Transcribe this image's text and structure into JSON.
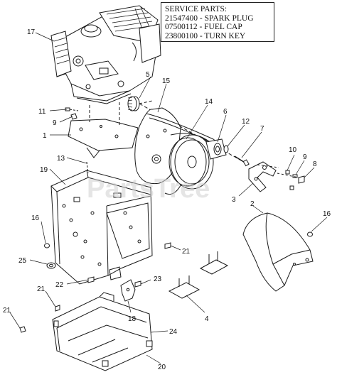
{
  "service_parts": {
    "heading": "SERVICE PARTS:",
    "lines": [
      "21547400 - SPARK PLUG",
      "07500112 - FUEL CAP",
      "23800100 - TURN KEY"
    ]
  },
  "watermark": "PartsTree",
  "callouts": {
    "c17": "17",
    "c5": "5",
    "c15": "15",
    "c14": "14",
    "c10": "10",
    "c11": "11",
    "c9a": "9",
    "c6": "6",
    "c12": "12",
    "c7": "7",
    "c1": "1",
    "c13": "13",
    "c19": "19",
    "c9b": "9",
    "c8": "8",
    "c3": "3",
    "c2": "2",
    "c16a": "16",
    "c16b": "16",
    "c25": "25",
    "c21a": "21",
    "c22": "22",
    "c23": "23",
    "c21b": "21",
    "c18": "18",
    "c4": "4",
    "c21c": "21",
    "c24": "24",
    "c20": "20"
  }
}
